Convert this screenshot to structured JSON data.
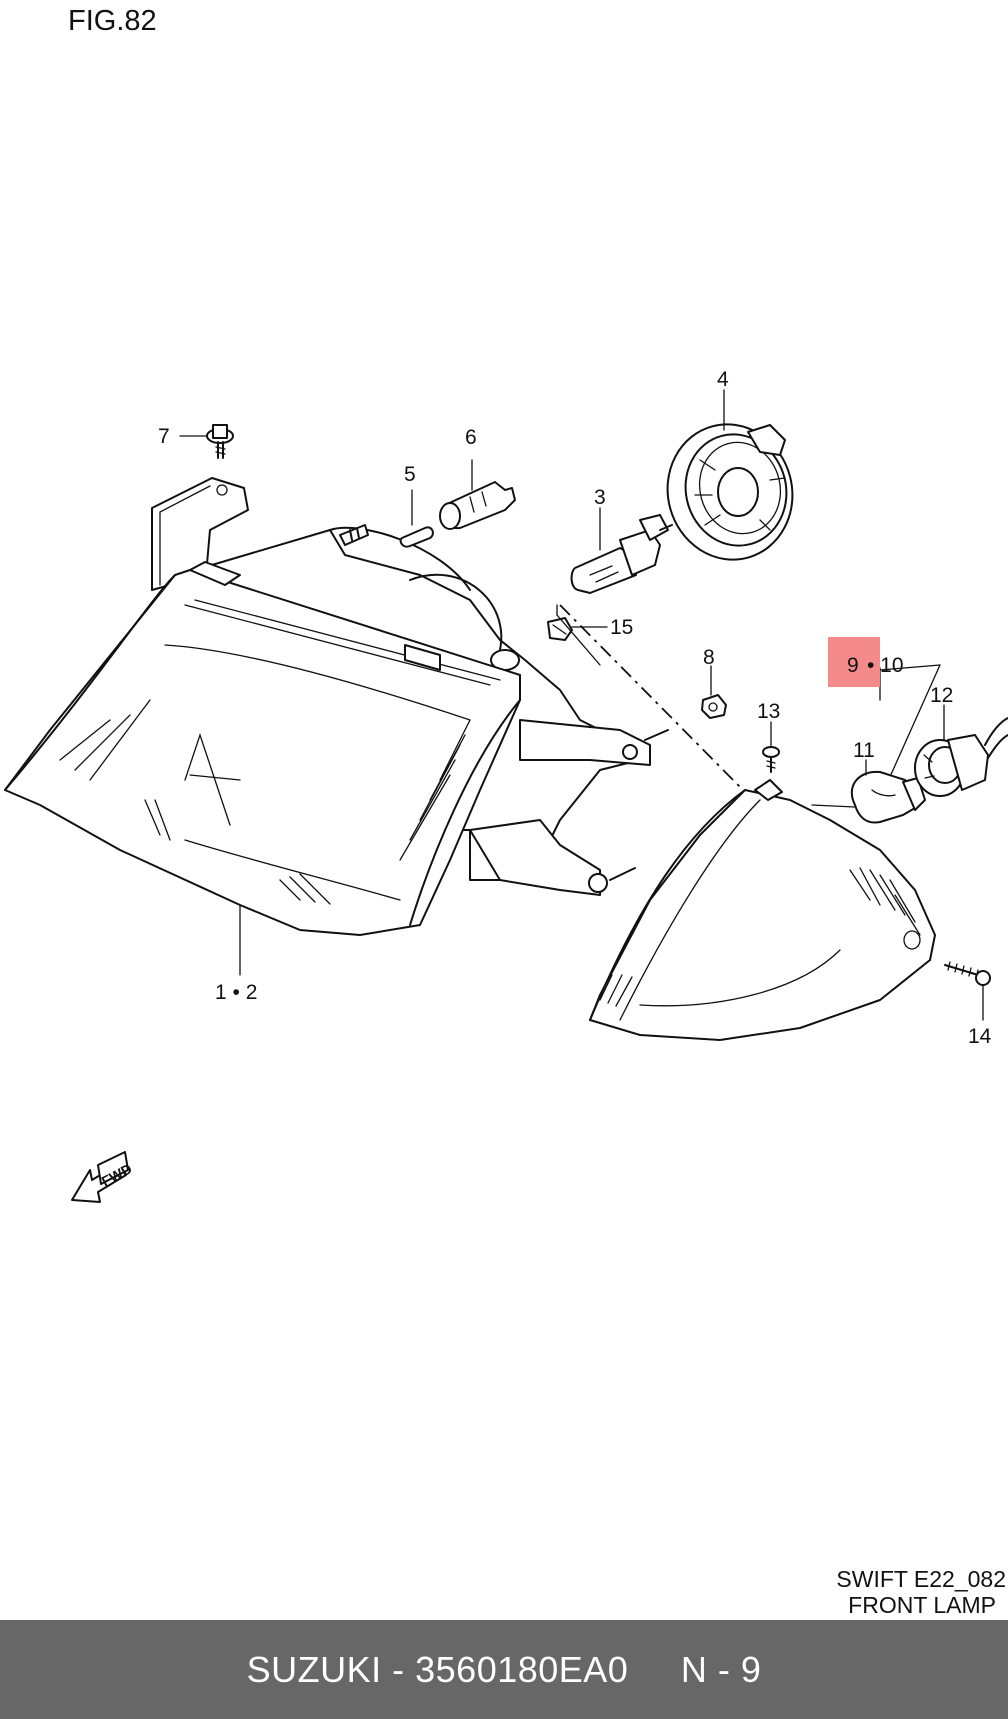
{
  "figure": {
    "title": "FIG.82",
    "model_code": "SWIFT E22_082",
    "section_name": "FRONT LAMP",
    "fwd_label": "FWD",
    "highlight_color": "#f48a8a"
  },
  "callouts": {
    "c1": "1 • 2",
    "c3": "3",
    "c4": "4",
    "c5": "5",
    "c6": "6",
    "c7": "7",
    "c8": "8",
    "c9": "9",
    "c9sep": "• 10",
    "c11": "11",
    "c12": "12",
    "c13": "13",
    "c14": "14",
    "c15": "15"
  },
  "footer": {
    "text": "SUZUKI - 3560180EA0     N - 9",
    "background": "#676767"
  }
}
